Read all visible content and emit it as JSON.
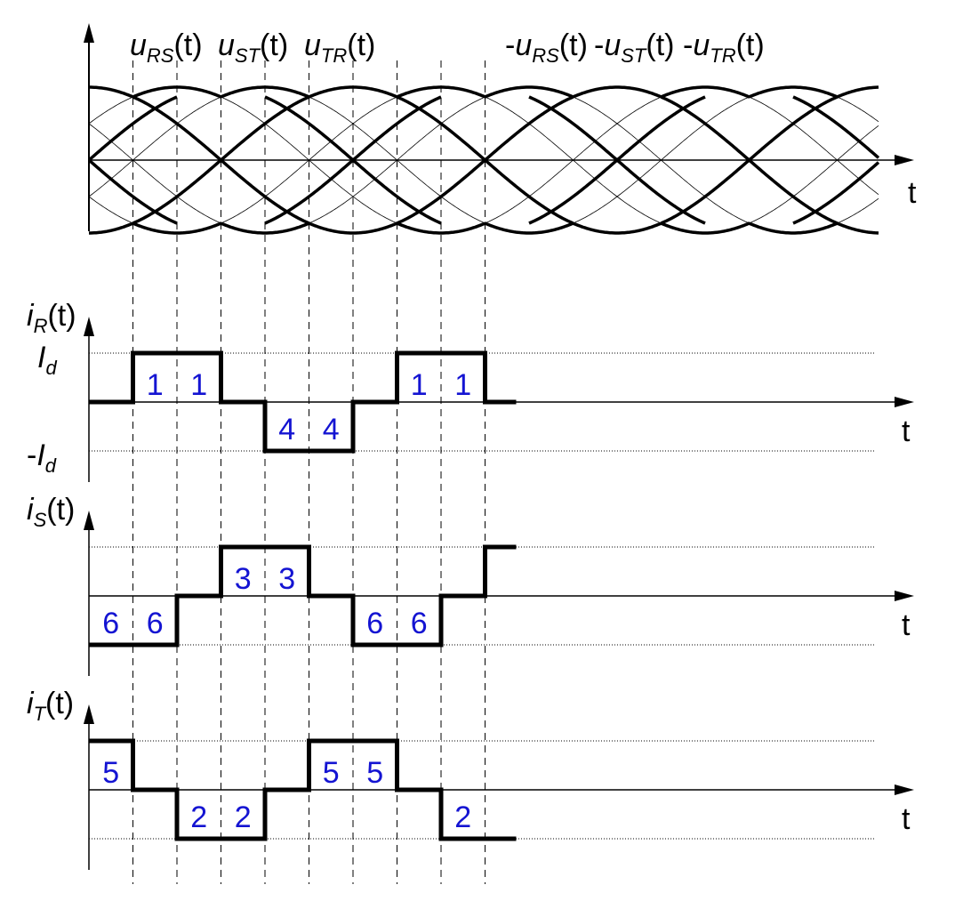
{
  "voltage_labels": [
    {
      "id": "u-rs",
      "base": "u",
      "sub": "RS",
      "suffix": "(t)",
      "prefix": ""
    },
    {
      "id": "u-st",
      "base": "u",
      "sub": "ST",
      "suffix": "(t)",
      "prefix": ""
    },
    {
      "id": "u-tr",
      "base": "u",
      "sub": "TR",
      "suffix": "(t)",
      "prefix": ""
    },
    {
      "id": "neg-u-rs",
      "base": "u",
      "sub": "RS",
      "suffix": "(t)",
      "prefix": "-"
    },
    {
      "id": "neg-u-st",
      "base": "u",
      "sub": "ST",
      "suffix": "(t)",
      "prefix": "-"
    },
    {
      "id": "neg-u-tr",
      "base": "u",
      "sub": "TR",
      "suffix": "(t)",
      "prefix": "-"
    }
  ],
  "time_label": "t",
  "level_labels": {
    "pos": {
      "base": "I",
      "sub": "d",
      "prefix": ""
    },
    "neg": {
      "base": "I",
      "sub": "d",
      "prefix": "-"
    }
  },
  "currents": [
    {
      "id": "i-r",
      "base": "i",
      "sub": "R",
      "suffix": "(t)",
      "levels": [
        0,
        1,
        1,
        0,
        -1,
        -1,
        0,
        1,
        1,
        0
      ],
      "numbers": [
        {
          "k": 1,
          "text": "1"
        },
        {
          "k": 2,
          "text": "1"
        },
        {
          "k": 4,
          "text": "4"
        },
        {
          "k": 5,
          "text": "4"
        },
        {
          "k": 7,
          "text": "1"
        },
        {
          "k": 8,
          "text": "1"
        }
      ]
    },
    {
      "id": "i-s",
      "base": "i",
      "sub": "S",
      "suffix": "(t)",
      "levels": [
        -1,
        -1,
        0,
        1,
        1,
        0,
        -1,
        -1,
        0,
        1
      ],
      "numbers": [
        {
          "k": 0,
          "text": "6"
        },
        {
          "k": 1,
          "text": "6"
        },
        {
          "k": 3,
          "text": "3"
        },
        {
          "k": 4,
          "text": "3"
        },
        {
          "k": 6,
          "text": "6"
        },
        {
          "k": 7,
          "text": "6"
        }
      ]
    },
    {
      "id": "i-t",
      "base": "i",
      "sub": "T",
      "suffix": "(t)",
      "levels": [
        1,
        0,
        -1,
        -1,
        0,
        1,
        1,
        0,
        -1,
        -1
      ],
      "numbers": [
        {
          "k": 0,
          "text": "5"
        },
        {
          "k": 2,
          "text": "2"
        },
        {
          "k": 3,
          "text": "2"
        },
        {
          "k": 5,
          "text": "5"
        },
        {
          "k": 6,
          "text": "5"
        },
        {
          "k": 8,
          "text": "2"
        }
      ]
    }
  ],
  "colors": {
    "ink": "#000000",
    "numbers": "#1414d2"
  }
}
